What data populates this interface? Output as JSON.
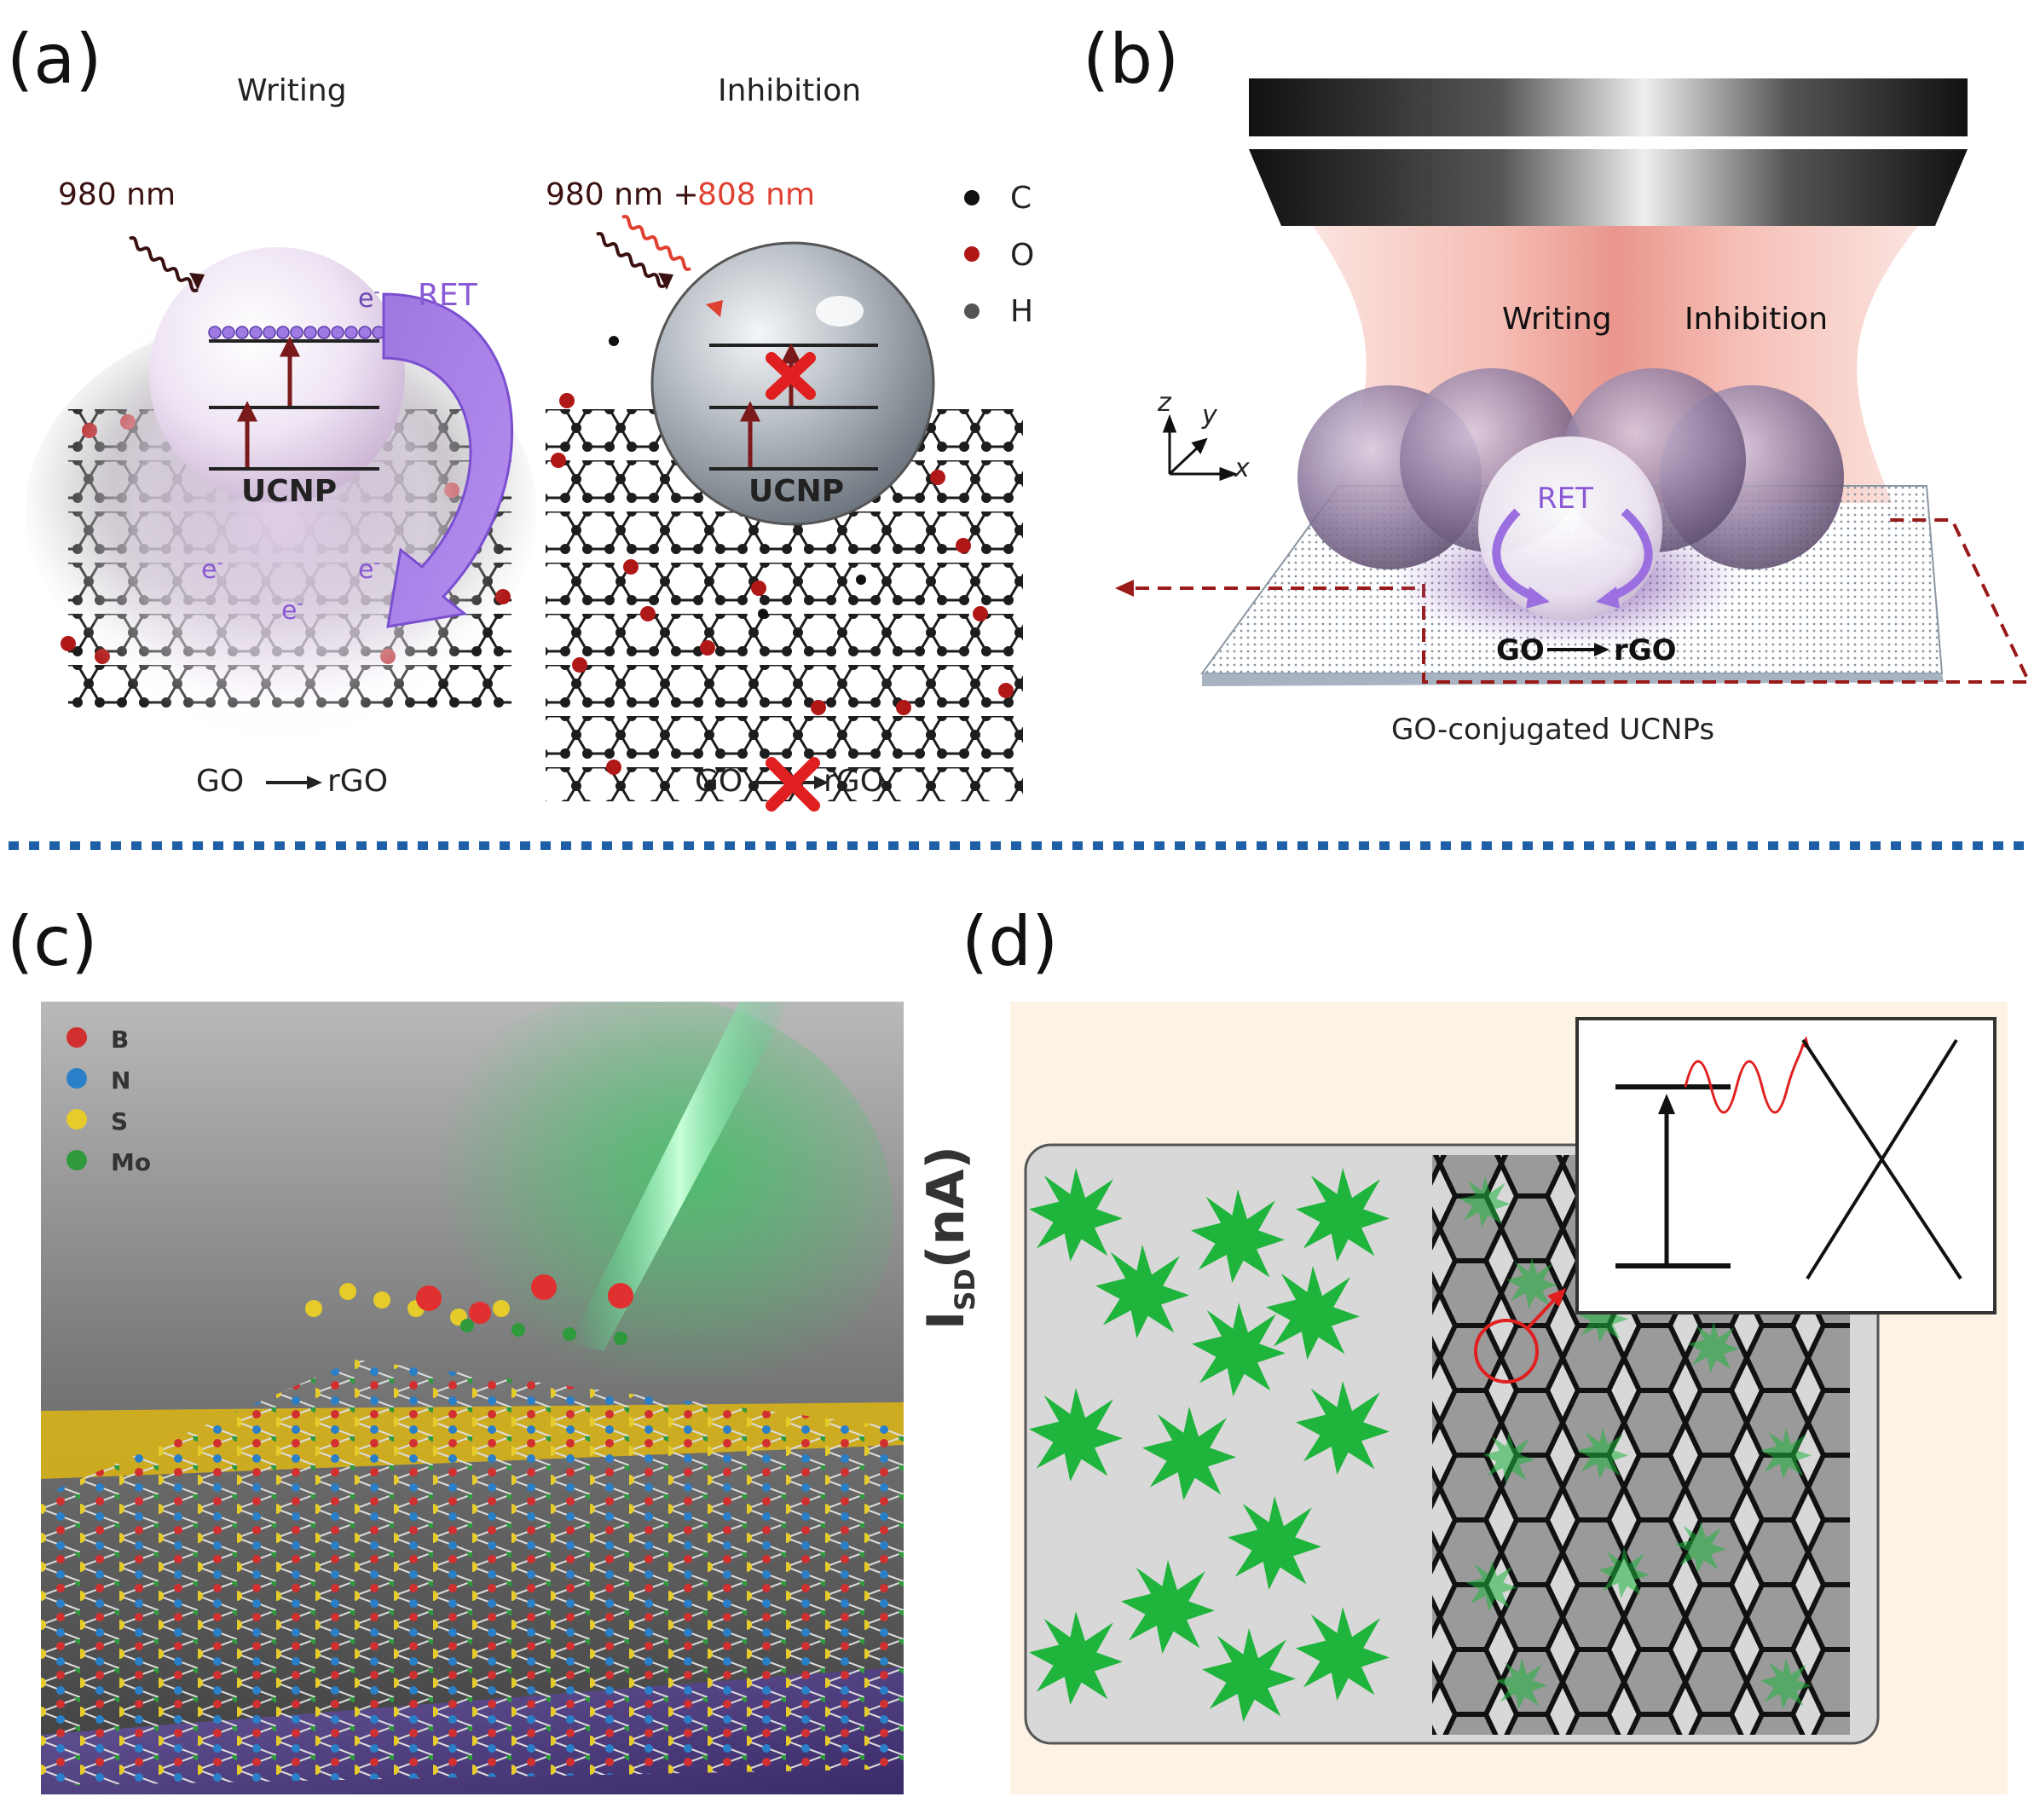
{
  "panels": {
    "a": {
      "label": "(a)",
      "writing_title": "Writing",
      "inhibition_title": "Inhibition",
      "writing_wavelength": "980 nm",
      "inhibition_wavelength_1": "980 nm +",
      "inhibition_wavelength_2": "808 nm",
      "electron": "e",
      "superscript": "-",
      "ret": "RET",
      "ucnp": "UCNP",
      "legend": [
        {
          "symbol": "C",
          "color": "#111111"
        },
        {
          "symbol": "O",
          "color": "#b01818"
        },
        {
          "symbol": "H",
          "color": "#555555"
        }
      ],
      "writing_reaction_left": "GO",
      "writing_reaction_right": "rGO",
      "inhibition_reaction_left": "GO",
      "inhibition_reaction_right": "rGO"
    },
    "b": {
      "label": "(b)",
      "writing": "Writing",
      "inhibition": "Inhibition",
      "ret": "RET",
      "reaction_left": "GO",
      "reaction_right": "rGO",
      "caption": "GO-conjugated UCNPs",
      "axis_z": "z",
      "axis_y": "y",
      "axis_x": "x"
    },
    "c": {
      "label": "(c)",
      "legend": [
        {
          "symbol": "B",
          "color": "#d23030"
        },
        {
          "symbol": "N",
          "color": "#2a7fc9"
        },
        {
          "symbol": "S",
          "color": "#e6cc2a"
        },
        {
          "symbol": "Mo",
          "color": "#2e9a3c"
        }
      ]
    },
    "d": {
      "label": "(d)",
      "axis_label_main": "I",
      "axis_label_sub": "SD",
      "axis_label_unit": "(nA)"
    }
  },
  "colors": {
    "divider": "#1f5fa8",
    "ret_purple": "#8a5ad6",
    "laser_red": "#e04030",
    "cross_red": "#e02020",
    "star_green": "#1fb43c"
  }
}
